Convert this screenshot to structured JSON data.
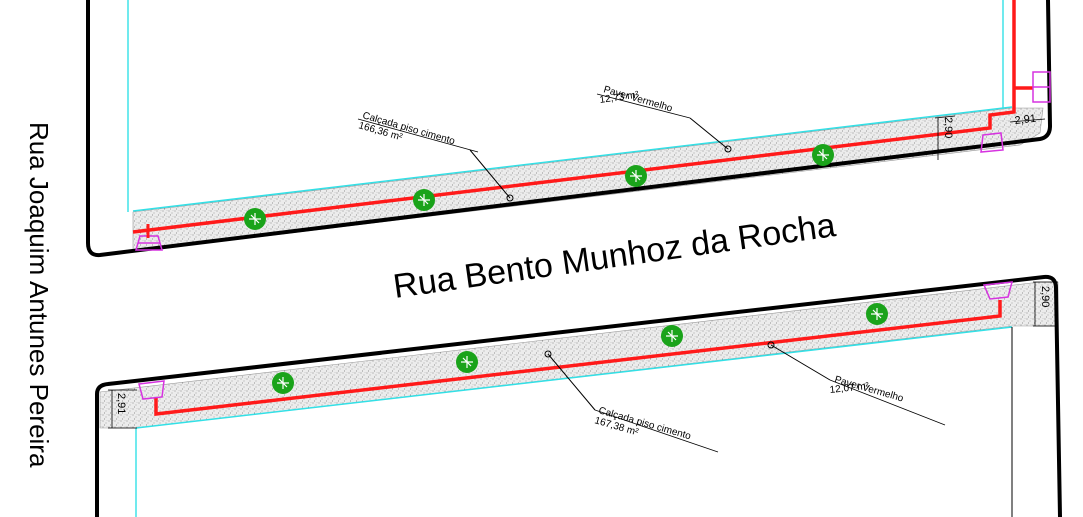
{
  "streets": {
    "main": "Rua Bento Munhoz da Rocha",
    "side": "Rua Joaquim Antunes Pereira"
  },
  "blocks": {
    "north": {
      "paver_label": "Paver Vermelho",
      "paver_area": "12,73 m²",
      "sidewalk_label": "Calçada piso cimento",
      "sidewalk_area": "166,36 m²",
      "dim_width": "2,90",
      "dim_corner": "2,91"
    },
    "south": {
      "paver_label": "Paver Vermelho",
      "paver_area": "12,07 m²",
      "sidewalk_label": "Calçada piso cimento",
      "sidewalk_area": "167,38 m²",
      "dim_width": "2,90",
      "dim_corner": "2,91"
    }
  },
  "colors": {
    "sidewalk_fill": "#e9e9e9",
    "paver_red": "#ff1a1a",
    "property_cyan": "#33e0e6",
    "tree_green": "#1aa31a",
    "marker_magenta": "#d633e0",
    "curb": "#000000"
  },
  "icons": {
    "tree": "tree-icon",
    "marker": "access-marker-icon"
  }
}
